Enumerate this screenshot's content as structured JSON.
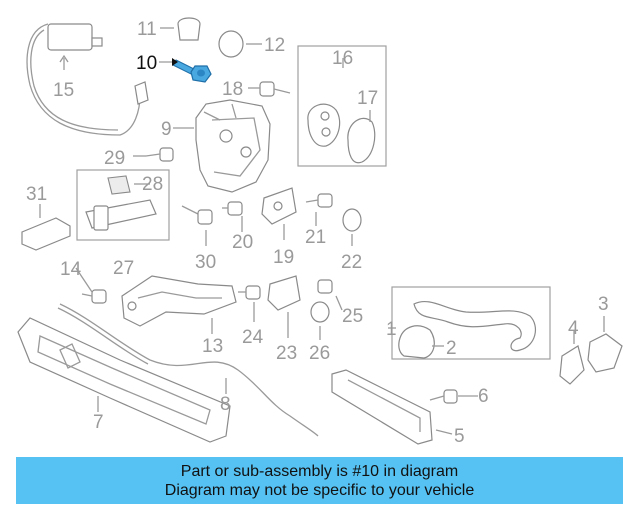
{
  "callouts": {
    "c1": "1",
    "c2": "2",
    "c3": "3",
    "c4": "4",
    "c5": "5",
    "c6": "6",
    "c7": "7",
    "c8": "8",
    "c9": "9",
    "c10": "10",
    "c11": "11",
    "c12": "12",
    "c13": "13",
    "c14": "14",
    "c15": "15",
    "c16": "16",
    "c17": "17",
    "c18": "18",
    "c19": "19",
    "c20": "20",
    "c21": "21",
    "c22": "22",
    "c23": "23",
    "c24": "24",
    "c25": "25",
    "c26": "26",
    "c27": "27",
    "c28": "28",
    "c29": "29",
    "c30": "30",
    "c31": "31"
  },
  "highlighted_part": "10",
  "colors": {
    "highlight_part": "#4aa8e0",
    "banner": "#55c2f3",
    "callout": "#9a9a9a"
  },
  "banner": {
    "line1": "Part or sub-assembly is #10 in diagram",
    "line2": "Diagram may not be specific to your vehicle"
  }
}
